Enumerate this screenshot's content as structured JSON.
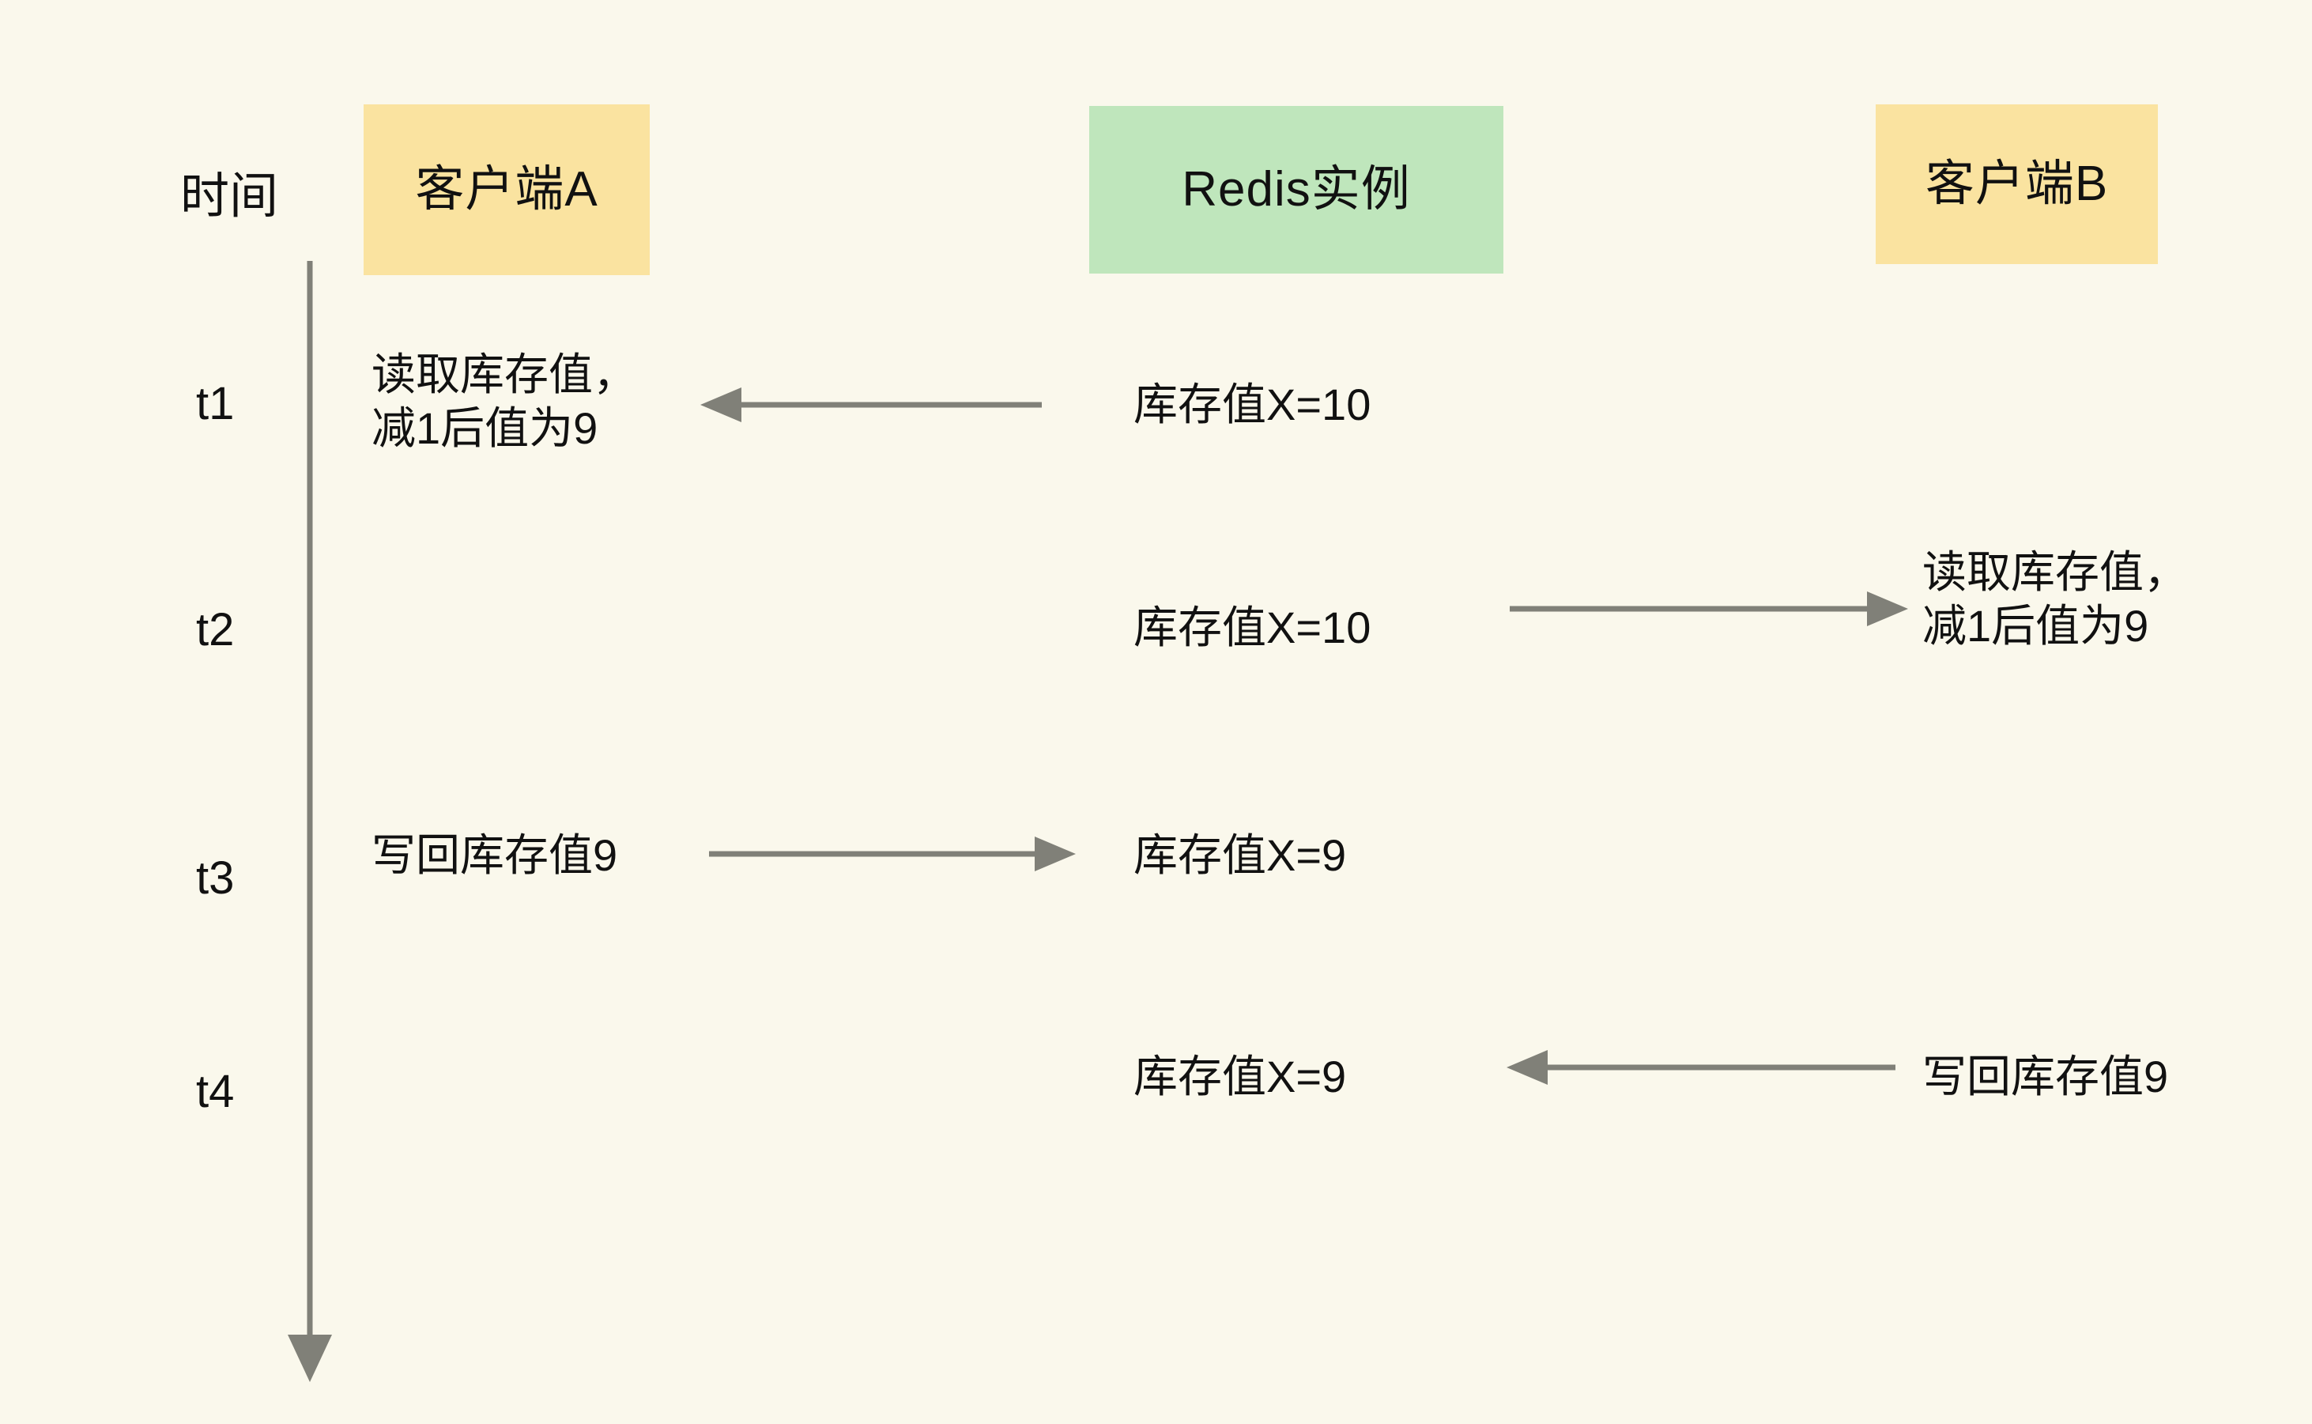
{
  "diagram": {
    "title_axis_label": "时间",
    "background_color": "#faf8ec",
    "arrow_color": "#808078",
    "columns": [
      {
        "key": "client_a",
        "label": "客户端A",
        "color": "#fae3a0"
      },
      {
        "key": "redis",
        "label": "Redis实例",
        "color": "#bfe6bc"
      },
      {
        "key": "client_b",
        "label": "客户端B",
        "color": "#fae3a0"
      }
    ],
    "time_steps": [
      {
        "tick": "t1"
      },
      {
        "tick": "t2"
      },
      {
        "tick": "t3"
      },
      {
        "tick": "t4"
      }
    ],
    "messages": {
      "client_a_t1": "读取库存值，\n减1后值为9",
      "client_a_t3": "写回库存值9",
      "redis_t1": "库存值X=10",
      "redis_t2": "库存值X=10",
      "redis_t3": "库存值X=9",
      "redis_t4": "库存值X=9",
      "client_b_t2": "读取库存值，\n减1后值为9",
      "client_b_t4": "写回库存值9"
    },
    "flows": [
      {
        "tick": "t1",
        "from": "redis",
        "to": "client_a",
        "direction": "left"
      },
      {
        "tick": "t2",
        "from": "redis",
        "to": "client_b",
        "direction": "right"
      },
      {
        "tick": "t3",
        "from": "client_a",
        "to": "redis",
        "direction": "right"
      },
      {
        "tick": "t4",
        "from": "client_b",
        "to": "redis",
        "direction": "left"
      }
    ]
  }
}
